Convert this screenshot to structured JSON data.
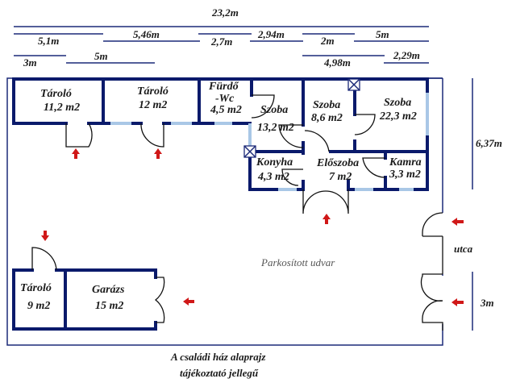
{
  "dimensions": {
    "total": "23,2m",
    "row1": [
      "5,1m",
      "5,46m",
      "2,7m",
      "2,94m",
      "2m",
      "5m"
    ],
    "row2": [
      "3m",
      "5m",
      "4,98m",
      "2,29m"
    ],
    "right_depth": "6,37m",
    "gate_width": "3m"
  },
  "rooms": [
    {
      "name": "Tároló",
      "area": "11,2 m2"
    },
    {
      "name": "Tároló",
      "area": "12 m2"
    },
    {
      "name": "Fürdő",
      "name2": "-Wc",
      "area": "4,5 m2"
    },
    {
      "name": "Szoba",
      "area": "13,2 m2"
    },
    {
      "name": "Szoba",
      "area": "8,6 m2"
    },
    {
      "name": "Szoba",
      "area": "22,3 m2"
    },
    {
      "name": "Konyha",
      "area": "4,3 m2"
    },
    {
      "name": "Előszoba",
      "area": "7 m2"
    },
    {
      "name": "Kamra",
      "area": "3,3 m2"
    },
    {
      "name": "Tároló",
      "area": "9 m2"
    },
    {
      "name": "Garázs",
      "area": "15 m2"
    }
  ],
  "labels": {
    "yard": "Parkosított udvar",
    "street": "utca"
  },
  "caption": {
    "line1": "A családi ház alaprajz",
    "line2": "tájékoztató jellegű"
  },
  "colors": {
    "wall": "#0a1a6b",
    "window": "#a9c7e6",
    "arrow": "#d01818"
  }
}
